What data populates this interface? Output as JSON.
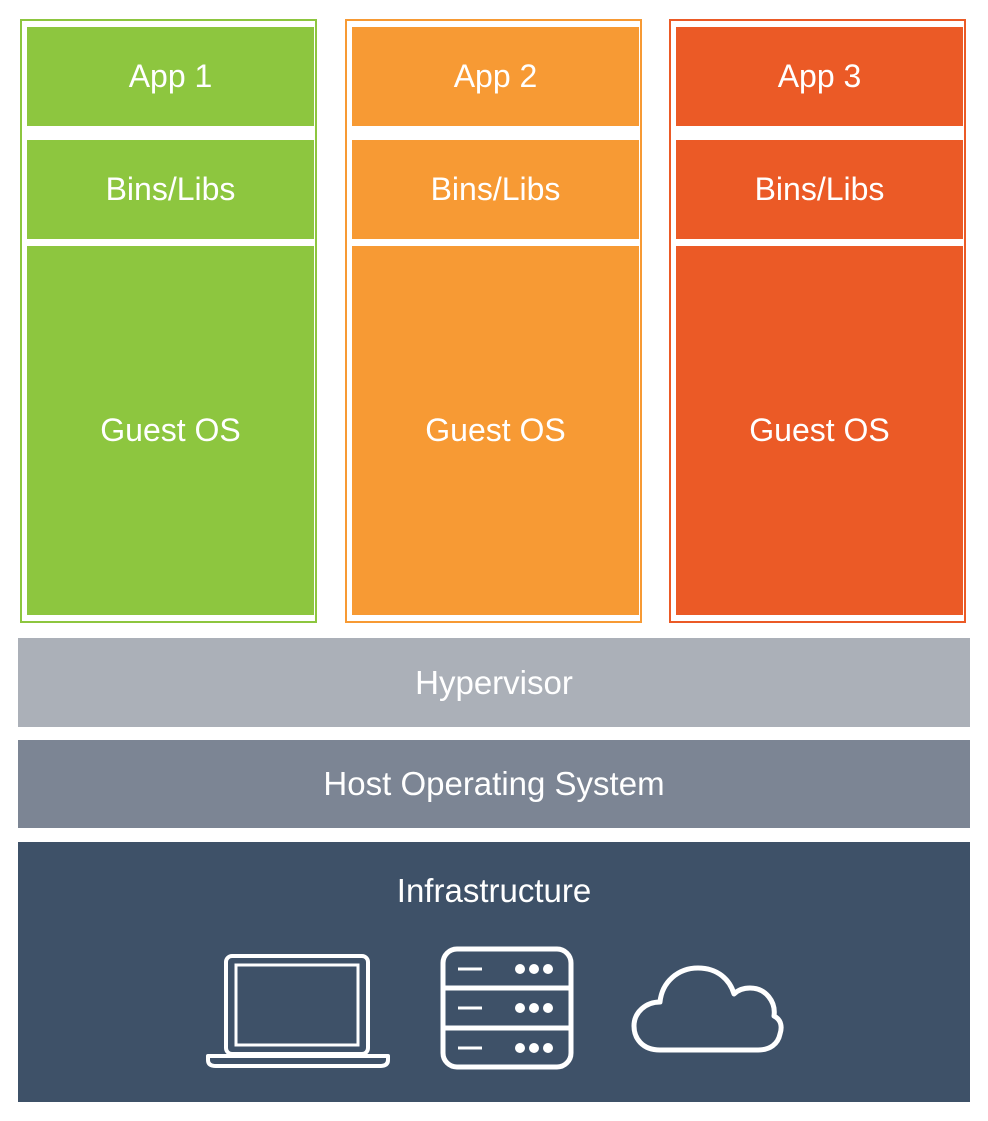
{
  "vms": [
    {
      "app": "App 1",
      "bins": "Bins/Libs",
      "os": "Guest OS",
      "color": "#8dc63f"
    },
    {
      "app": "App 2",
      "bins": "Bins/Libs",
      "os": "Guest OS",
      "color": "#f79a34"
    },
    {
      "app": "App 3",
      "bins": "Bins/Libs",
      "os": "Guest OS",
      "color": "#eb5a26"
    }
  ],
  "layers": {
    "hypervisor": {
      "label": "Hypervisor",
      "color": "#abb0b8"
    },
    "host_os": {
      "label": "Host Operating System",
      "color": "#7c8594"
    },
    "infrastructure": {
      "label": "Infrastructure",
      "color": "#3e5168"
    }
  },
  "icons": [
    "laptop-icon",
    "server-icon",
    "cloud-icon"
  ]
}
